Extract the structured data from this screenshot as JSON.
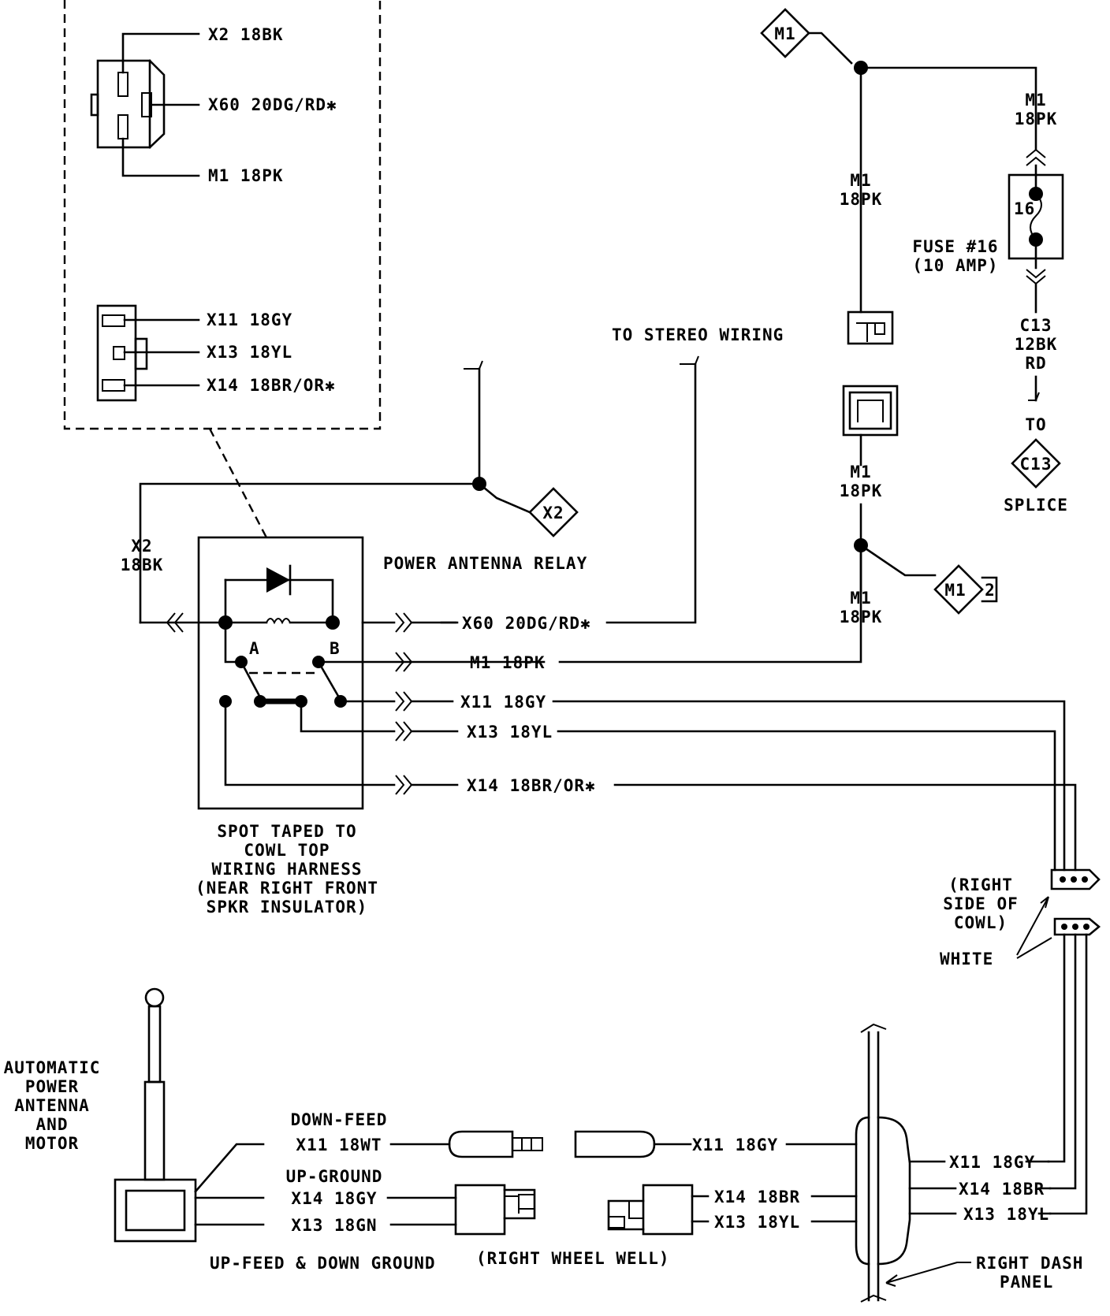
{
  "connector_inset": {
    "relay_connector": [
      "X2 18BK",
      "X60 20DG/RD✱",
      "M1 18PK"
    ],
    "antenna_connector": [
      "X11 18GY",
      "X13 18YL",
      "X14 18BR/OR✱"
    ]
  },
  "labels": {
    "stereo": "TO STEREO WIRING",
    "relay": "POWER ANTENNA RELAY",
    "x2_18bk": [
      "X2",
      "18BK"
    ],
    "relay_wires": [
      "X60 20DG/RD✱",
      "M1 18PK",
      "X11 18GY",
      "X13 18YL",
      "X14 18BR/OR✱"
    ],
    "contact_a": "A",
    "contact_b": "B",
    "spot_note": [
      "SPOT TAPED TO",
      "COWL TOP",
      "WIRING HARNESS",
      "(NEAR RIGHT FRONT",
      "SPKR INSULATOR)"
    ],
    "m1_18pk": [
      "M1",
      "18PK"
    ],
    "fuse_num": "16",
    "fuse": [
      "FUSE #16",
      "(10 AMP)"
    ],
    "c13": [
      "C13",
      "12BK",
      "RD"
    ],
    "to": "TO",
    "splice": "SPLICE",
    "cowl": [
      "(RIGHT",
      "SIDE OF",
      "COWL)"
    ],
    "white": "WHITE",
    "antenna_motor": [
      "AUTOMATIC",
      "POWER",
      "ANTENNA",
      "AND",
      "MOTOR"
    ],
    "down_feed": [
      "DOWN-FEED",
      "X11 18WT"
    ],
    "up_ground": [
      "UP-GROUND",
      "X14 18GY",
      "X13 18GN"
    ],
    "up_feed": "UP-FEED & DOWN GROUND",
    "wheel_well": "(RIGHT WHEEL WELL)",
    "mid_wires": [
      "X11 18GY",
      "X14 18BR",
      "X13 18YL"
    ],
    "dash_wires": [
      "X11 18GY",
      "X14 18BR",
      "X13 18YL"
    ],
    "dash_panel": [
      "RIGHT DASH",
      "PANEL"
    ]
  },
  "diamonds": {
    "m1_top": "M1",
    "x2": "X2",
    "m1_2": "M1",
    "m1_2_num": "2",
    "c13": "C13"
  }
}
